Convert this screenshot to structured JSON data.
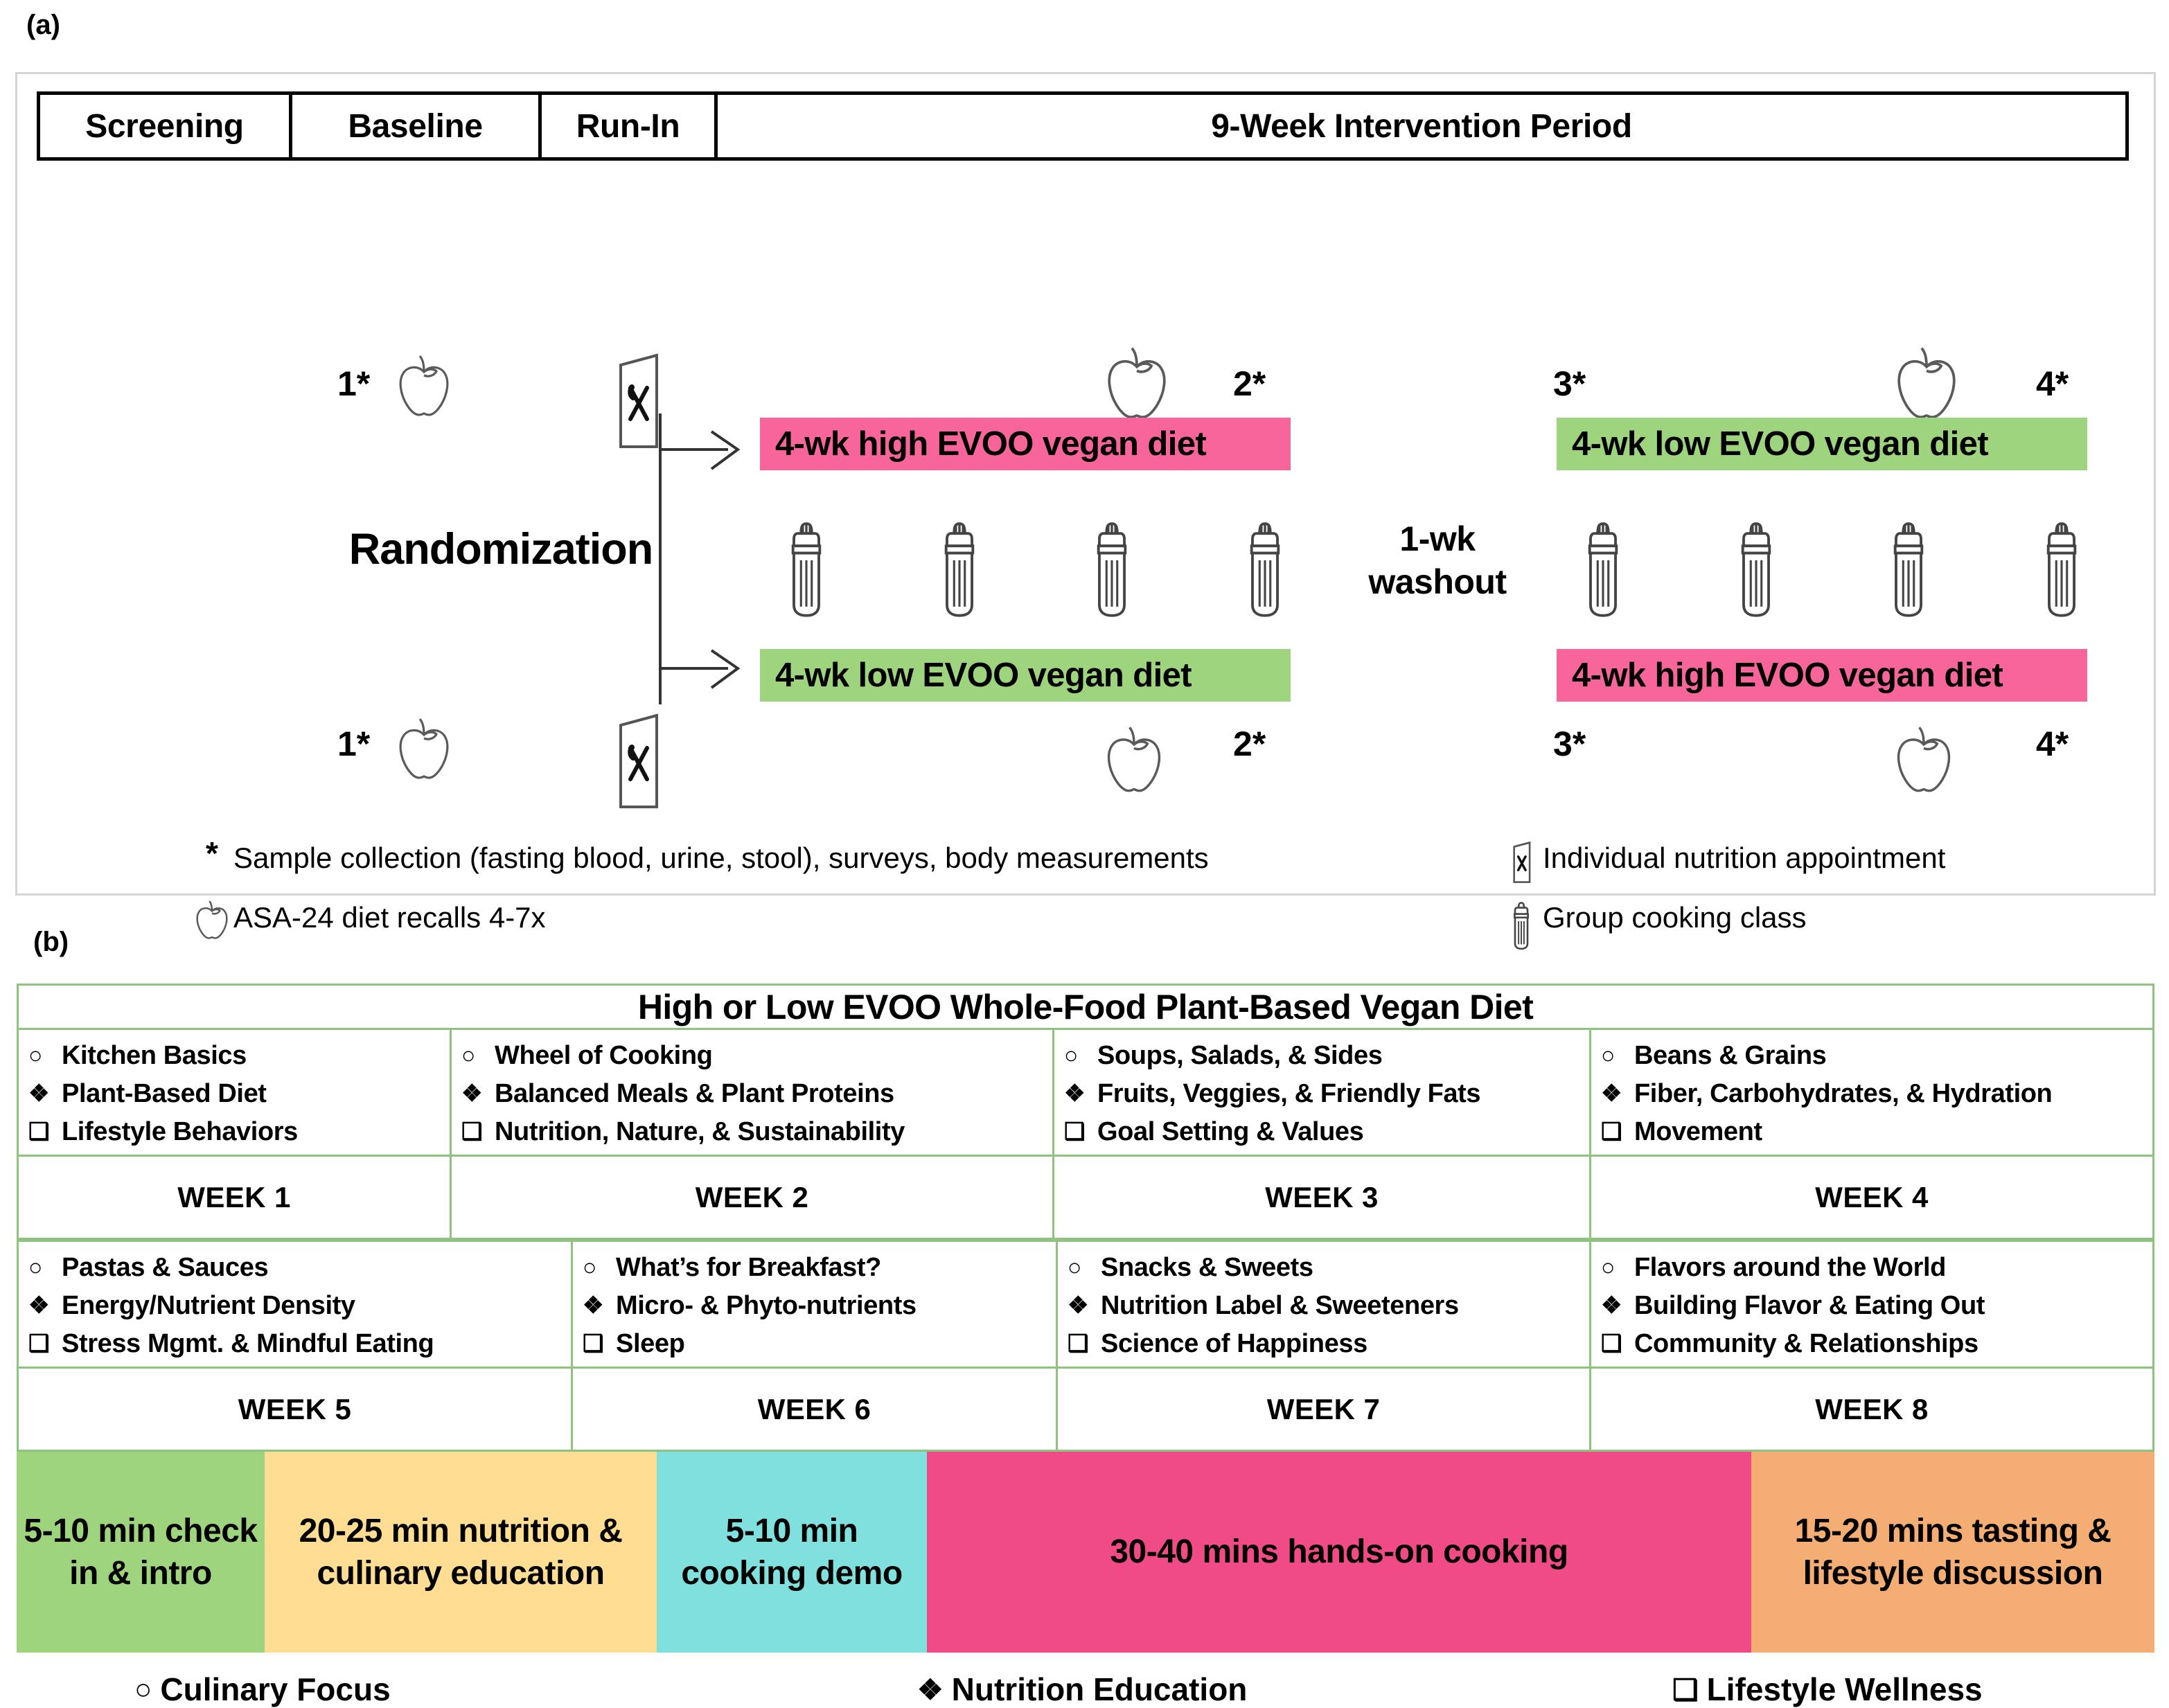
{
  "panel_a": {
    "label": "(a)",
    "phases": [
      {
        "name": "Screening"
      },
      {
        "name": "Baseline"
      },
      {
        "name": "Run-In"
      },
      {
        "name": "9-Week Intervention Period"
      }
    ],
    "randomization_label": "Randomization",
    "washout_label": "1-wk\nwashout",
    "arms": [
      {
        "period1": "4-wk high EVOO vegan diet",
        "period1_color": "#f7659b",
        "period2": "4-wk low EVOO vegan diet",
        "period2_color": "#9ed47e"
      },
      {
        "period1": "4-wk low EVOO vegan diet",
        "period1_color": "#9ed47e",
        "period2": "4-wk high EVOO vegan diet",
        "period2_color": "#f7659b"
      }
    ],
    "timepoints": {
      "t1": "1*",
      "t2": "2*",
      "t3": "3*",
      "t4": "4*"
    },
    "legend": [
      {
        "mark": "asterisk",
        "text": "Sample collection (fasting blood, urine, stool), surveys, body measurements"
      },
      {
        "mark": "menu-card-icon",
        "text": "Individual nutrition appointment"
      },
      {
        "mark": "apple-icon",
        "text": "ASA-24 diet recalls 4-7x"
      },
      {
        "mark": "salt-shaker-icon",
        "text": "Group cooking class"
      }
    ]
  },
  "panel_b": {
    "label": "(b)",
    "title": "High or Low EVOO Whole-Food Plant-Based Vegan Diet",
    "weeks": [
      {
        "label": "WEEK 1",
        "topics": [
          {
            "mark": "○",
            "text": "Kitchen Basics"
          },
          {
            "mark": "❖",
            "text": "Plant-Based Diet"
          },
          {
            "mark": "❑",
            "text": "Lifestyle Behaviors"
          }
        ]
      },
      {
        "label": "WEEK 2",
        "topics": [
          {
            "mark": "○",
            "text": "Wheel of Cooking"
          },
          {
            "mark": "❖",
            "text": "Balanced Meals & Plant Proteins"
          },
          {
            "mark": "❑",
            "text": "Nutrition, Nature, & Sustainability"
          }
        ]
      },
      {
        "label": "WEEK 3",
        "topics": [
          {
            "mark": "○",
            "text": "Soups, Salads, & Sides"
          },
          {
            "mark": "❖",
            "text": "Fruits, Veggies, & Friendly Fats"
          },
          {
            "mark": "❑",
            "text": "Goal Setting & Values"
          }
        ]
      },
      {
        "label": "WEEK 4",
        "topics": [
          {
            "mark": "○",
            "text": "Beans & Grains"
          },
          {
            "mark": "❖",
            "text": "Fiber, Carbohydrates, & Hydration"
          },
          {
            "mark": "❑",
            "text": "Movement"
          }
        ]
      },
      {
        "label": "WEEK 5",
        "topics": [
          {
            "mark": "○",
            "text": "Pastas & Sauces"
          },
          {
            "mark": "❖",
            "text": "Energy/Nutrient Density"
          },
          {
            "mark": "❑",
            "text": "Stress Mgmt. & Mindful Eating"
          }
        ]
      },
      {
        "label": "WEEK 6",
        "topics": [
          {
            "mark": "○",
            "text": "What’s for Breakfast?"
          },
          {
            "mark": "❖",
            "text": "Micro- & Phyto-nutrients"
          },
          {
            "mark": "❑",
            "text": "Sleep"
          }
        ]
      },
      {
        "label": "WEEK 7",
        "topics": [
          {
            "mark": "○",
            "text": "Snacks & Sweets"
          },
          {
            "mark": "❖",
            "text": "Nutrition Label & Sweeteners"
          },
          {
            "mark": "❑",
            "text": "Science of Happiness"
          }
        ]
      },
      {
        "label": "WEEK 8",
        "topics": [
          {
            "mark": "○",
            "text": "Flavors around the World"
          },
          {
            "mark": "❖",
            "text": "Building Flavor & Eating Out"
          },
          {
            "mark": "❑",
            "text": "Community & Relationships"
          }
        ]
      }
    ],
    "timeline": [
      {
        "text": "5-10 min check in & intro",
        "color": "#9ed47e"
      },
      {
        "text": "20-25 min nutrition & culinary education",
        "color": "#ffdd92"
      },
      {
        "text": "5-10 min cooking demo",
        "color": "#7fe0dd"
      },
      {
        "text": "30-40 mins hands-on cooking",
        "color": "#f04a87"
      },
      {
        "text": "15-20 mins tasting & lifestyle discussion",
        "color": "#f4ad72"
      }
    ],
    "legend": [
      {
        "mark": "○",
        "text": "Culinary Focus"
      },
      {
        "mark": "❖",
        "text": "Nutrition Education"
      },
      {
        "mark": "❑",
        "text": "Lifestyle Wellness"
      }
    ]
  },
  "colors": {
    "high_evoo": "#f7659b",
    "low_evoo": "#9ed47e",
    "panel_b_border": "#8ec37f"
  }
}
